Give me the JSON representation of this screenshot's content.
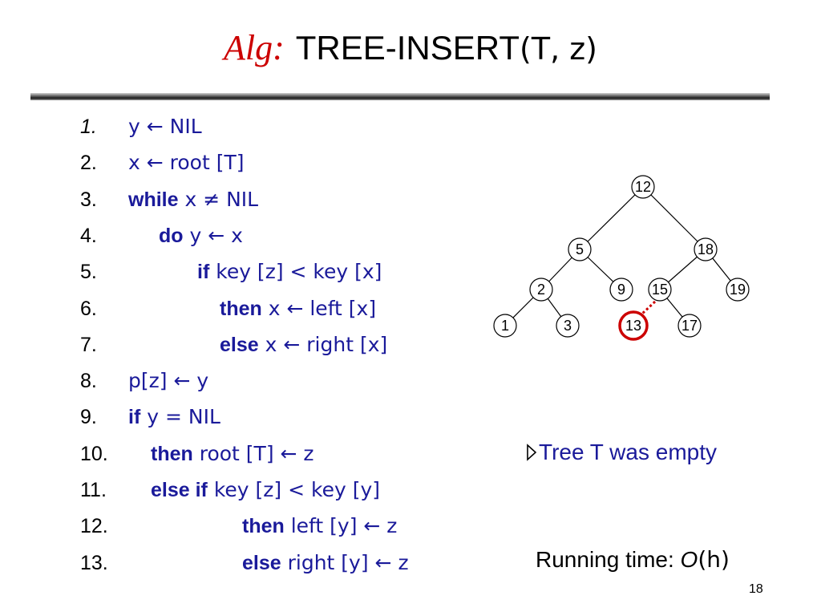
{
  "title": {
    "prefix": "Alg:",
    "name": "TREE-INSERT",
    "args": "(T, z)"
  },
  "code": [
    {
      "num": "1.",
      "parts": [
        {
          "t": "y ← NIL"
        }
      ]
    },
    {
      "num": "2.",
      "parts": [
        {
          "t": "x ← root [T]"
        }
      ]
    },
    {
      "num": "3.",
      "parts": [
        {
          "t": "while",
          "kw": true
        },
        {
          "t": " x ≠ NIL"
        }
      ]
    },
    {
      "num": "4.",
      "parts": [
        {
          "t": "do",
          "kw": true
        },
        {
          "t": " y ← x"
        }
      ]
    },
    {
      "num": "5.",
      "parts": [
        {
          "t": "if",
          "kw": true
        },
        {
          "t": " key [z] < key [x]"
        }
      ]
    },
    {
      "num": "6.",
      "parts": [
        {
          "t": "then",
          "kw": true
        },
        {
          "t": " x ← left [x]"
        }
      ]
    },
    {
      "num": "7.",
      "parts": [
        {
          "t": "else",
          "kw": true
        },
        {
          "t": " x ← right [x]"
        }
      ]
    },
    {
      "num": "8.",
      "parts": [
        {
          "t": "p[z] ← y"
        }
      ]
    },
    {
      "num": "9.",
      "parts": [
        {
          "t": "if",
          "kw": true
        },
        {
          "t": " y = NIL"
        }
      ]
    },
    {
      "num": "10.",
      "parts": [
        {
          "t": "then",
          "kw": true
        },
        {
          "t": " root [T] ← z"
        }
      ]
    },
    {
      "num": "11.",
      "parts": [
        {
          "t": "else if",
          "kw": true
        },
        {
          "t": " key [z] < key [y]"
        }
      ]
    },
    {
      "num": "12.",
      "parts": [
        {
          "t": "then",
          "kw": true
        },
        {
          "t": " left [y] ← z"
        }
      ]
    },
    {
      "num": "13.",
      "parts": [
        {
          "t": "else",
          "kw": true
        },
        {
          "t": " right [y] ← z"
        }
      ]
    }
  ],
  "comment": "Tree T was empty",
  "running_time": {
    "label": "Running time: ",
    "o": "O",
    "paren": "(h)"
  },
  "page_number": "18",
  "tree": {
    "nodes": [
      "12",
      "5",
      "18",
      "2",
      "9",
      "15",
      "19",
      "1",
      "3",
      "13",
      "17"
    ],
    "inserted": "13",
    "colors": {
      "node_stroke": "#000000",
      "inserted_ring": "#cc0000",
      "link": "#cc0000"
    }
  }
}
